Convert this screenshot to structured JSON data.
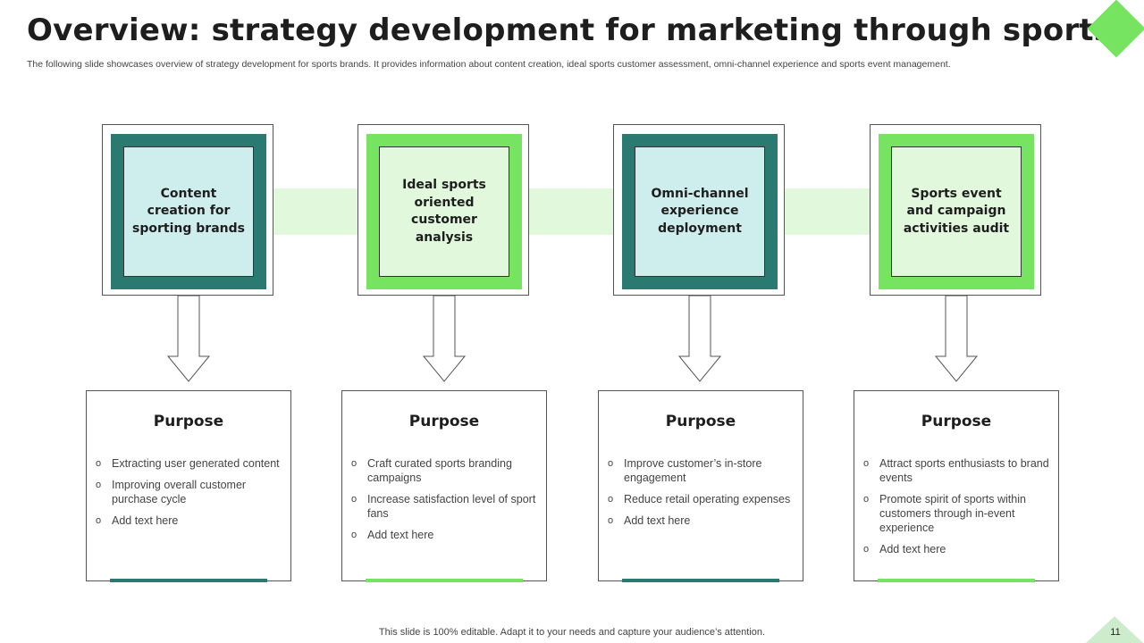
{
  "header": {
    "title": "Overview: strategy development for marketing through sports",
    "subtitle": "The following slide showcases overview of strategy development for sports brands. It provides information about content creation, ideal sports customer assessment, omni-channel experience and sports event management."
  },
  "colors": {
    "teal": "#2b7a72",
    "green": "#76e361",
    "light_teal": "#cdeeec",
    "light_green": "#e2f8dd"
  },
  "steps": [
    {
      "title": "Content creation for sporting brands",
      "purpose_title": "Purpose",
      "points": [
        "Extracting user generated content",
        "Improving overall customer purchase cycle",
        "Add text here"
      ]
    },
    {
      "title": "Ideal sports oriented customer analysis",
      "purpose_title": "Purpose",
      "points": [
        "Craft curated sports branding campaigns",
        "Increase satisfaction level of sport fans",
        "Add text here"
      ]
    },
    {
      "title": "Omni-channel experience deployment",
      "purpose_title": "Purpose",
      "points": [
        "Improve customer’s in-store engagement",
        "Reduce retail operating expenses",
        "Add text here"
      ]
    },
    {
      "title": "Sports event and campaign activities audit",
      "purpose_title": "Purpose",
      "points": [
        "Attract sports enthusiasts to brand events",
        "Promote spirit of sports within customers through in-event experience",
        "Add text here"
      ]
    }
  ],
  "footer": {
    "note": "This slide is 100% editable. Adapt it to your needs and capture your audience’s attention.",
    "page_number": "11"
  }
}
